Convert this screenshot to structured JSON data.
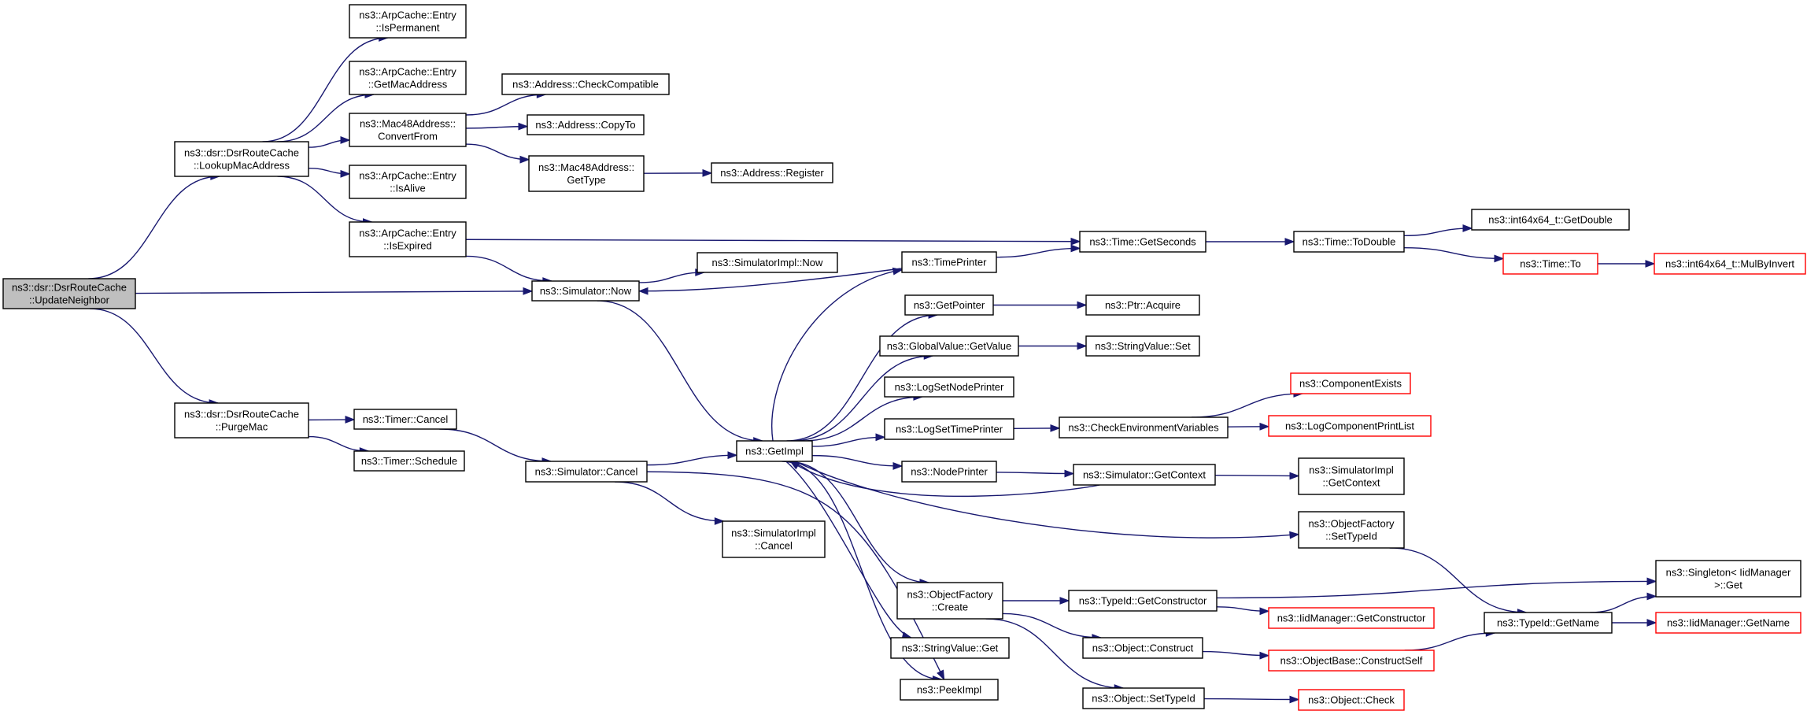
{
  "colors": {
    "node_border": "#000000",
    "truncated_border": "#ff0000",
    "edge": "#191970",
    "root_fill": "#bfbfbf",
    "node_fill": "#ffffff"
  },
  "nodes": [
    {
      "id": "root",
      "lines": [
        "ns3::dsr::DsrRouteCache",
        "::UpdateNeighbor"
      ],
      "style": "root"
    },
    {
      "id": "lookupmac",
      "lines": [
        "ns3::dsr::DsrRouteCache",
        "::LookupMacAddress"
      ]
    },
    {
      "id": "purgemac",
      "lines": [
        "ns3::dsr::DsrRouteCache",
        "::PurgeMac"
      ]
    },
    {
      "id": "isperm",
      "lines": [
        "ns3::ArpCache::Entry",
        "::IsPermanent"
      ]
    },
    {
      "id": "getmac",
      "lines": [
        "ns3::ArpCache::Entry",
        "::GetMacAddress"
      ]
    },
    {
      "id": "convfrom",
      "lines": [
        "ns3::Mac48Address::",
        "ConvertFrom"
      ]
    },
    {
      "id": "isalive",
      "lines": [
        "ns3::ArpCache::Entry",
        "::IsAlive"
      ]
    },
    {
      "id": "isexpired",
      "lines": [
        "ns3::ArpCache::Entry",
        "::IsExpired"
      ]
    },
    {
      "id": "timercancel",
      "lines": [
        "ns3::Timer::Cancel"
      ]
    },
    {
      "id": "timersched",
      "lines": [
        "ns3::Timer::Schedule"
      ]
    },
    {
      "id": "checkcompat",
      "lines": [
        "ns3::Address::CheckCompatible"
      ]
    },
    {
      "id": "copyto",
      "lines": [
        "ns3::Address::CopyTo"
      ]
    },
    {
      "id": "gettype",
      "lines": [
        "ns3::Mac48Address::",
        "GetType"
      ]
    },
    {
      "id": "register",
      "lines": [
        "ns3::Address::Register"
      ]
    },
    {
      "id": "simnow",
      "lines": [
        "ns3::Simulator::Now"
      ]
    },
    {
      "id": "simcancel",
      "lines": [
        "ns3::Simulator::Cancel"
      ]
    },
    {
      "id": "simimplnow",
      "lines": [
        "ns3::SimulatorImpl::Now"
      ]
    },
    {
      "id": "simimplcancel",
      "lines": [
        "ns3::SimulatorImpl",
        "::Cancel"
      ]
    },
    {
      "id": "getimpl",
      "lines": [
        "ns3::GetImpl"
      ]
    },
    {
      "id": "timeprinter",
      "lines": [
        "ns3::TimePrinter"
      ]
    },
    {
      "id": "getpointer",
      "lines": [
        "ns3::GetPointer"
      ]
    },
    {
      "id": "gvgetvalue",
      "lines": [
        "ns3::GlobalValue::GetValue"
      ]
    },
    {
      "id": "logsetnode",
      "lines": [
        "ns3::LogSetNodePrinter"
      ]
    },
    {
      "id": "logsettime",
      "lines": [
        "ns3::LogSetTimePrinter"
      ]
    },
    {
      "id": "nodeprinter",
      "lines": [
        "ns3::NodePrinter"
      ]
    },
    {
      "id": "ofcreate",
      "lines": [
        "ns3::ObjectFactory",
        "::Create"
      ]
    },
    {
      "id": "svget",
      "lines": [
        "ns3::StringValue::Get"
      ]
    },
    {
      "id": "peekimpl",
      "lines": [
        "ns3::PeekImpl"
      ]
    },
    {
      "id": "timegetsec",
      "lines": [
        "ns3::Time::GetSeconds"
      ]
    },
    {
      "id": "ptracq",
      "lines": [
        "ns3::Ptr::Acquire"
      ]
    },
    {
      "id": "svset",
      "lines": [
        "ns3::StringValue::Set"
      ]
    },
    {
      "id": "checkenv",
      "lines": [
        "ns3::CheckEnvironmentVariables"
      ]
    },
    {
      "id": "simgetctx",
      "lines": [
        "ns3::Simulator::GetContext"
      ]
    },
    {
      "id": "tidgetctor",
      "lines": [
        "ns3::TypeId::GetConstructor"
      ]
    },
    {
      "id": "objconstruct",
      "lines": [
        "ns3::Object::Construct"
      ]
    },
    {
      "id": "objsettid",
      "lines": [
        "ns3::Object::SetTypeId"
      ]
    },
    {
      "id": "timetodouble",
      "lines": [
        "ns3::Time::ToDouble"
      ]
    },
    {
      "id": "compexists",
      "lines": [
        "ns3::ComponentExists"
      ],
      "style": "trunc"
    },
    {
      "id": "logcomplist",
      "lines": [
        "ns3::LogComponentPrintList"
      ],
      "style": "trunc"
    },
    {
      "id": "simimplgetctx",
      "lines": [
        "ns3::SimulatorImpl",
        "::GetContext"
      ]
    },
    {
      "id": "ofsettid",
      "lines": [
        "ns3::ObjectFactory",
        "::SetTypeId"
      ]
    },
    {
      "id": "iidgetctor",
      "lines": [
        "ns3::IidManager::GetConstructor"
      ],
      "style": "trunc"
    },
    {
      "id": "obconstructself",
      "lines": [
        "ns3::ObjectBase::ConstructSelf"
      ],
      "style": "trunc"
    },
    {
      "id": "objcheck",
      "lines": [
        "ns3::Object::Check"
      ],
      "style": "trunc"
    },
    {
      "id": "i64getdouble",
      "lines": [
        "ns3::int64x64_t::GetDouble"
      ]
    },
    {
      "id": "timeto",
      "lines": [
        "ns3::Time::To"
      ],
      "style": "trunc"
    },
    {
      "id": "tidgetname",
      "lines": [
        "ns3::TypeId::GetName"
      ]
    },
    {
      "id": "i64mulbyinv",
      "lines": [
        "ns3::int64x64_t::MulByInvert"
      ],
      "style": "trunc"
    },
    {
      "id": "singletonget",
      "lines": [
        "ns3::Singleton< IidManager",
        ">::Get"
      ]
    },
    {
      "id": "iidgetname",
      "lines": [
        "ns3::IidManager::GetName"
      ],
      "style": "trunc"
    }
  ],
  "edges": [
    [
      "root",
      "lookupmac"
    ],
    [
      "root",
      "simnow"
    ],
    [
      "root",
      "purgemac"
    ],
    [
      "lookupmac",
      "isperm"
    ],
    [
      "lookupmac",
      "getmac"
    ],
    [
      "lookupmac",
      "convfrom"
    ],
    [
      "lookupmac",
      "isalive"
    ],
    [
      "lookupmac",
      "isexpired"
    ],
    [
      "convfrom",
      "checkcompat"
    ],
    [
      "convfrom",
      "copyto"
    ],
    [
      "convfrom",
      "gettype"
    ],
    [
      "gettype",
      "register"
    ],
    [
      "isexpired",
      "timegetsec"
    ],
    [
      "isexpired",
      "simnow"
    ],
    [
      "purgemac",
      "timercancel"
    ],
    [
      "purgemac",
      "timersched"
    ],
    [
      "timercancel",
      "simcancel"
    ],
    [
      "simnow",
      "simimplnow"
    ],
    [
      "simnow",
      "getimpl"
    ],
    [
      "simcancel",
      "getimpl"
    ],
    [
      "simcancel",
      "simimplcancel"
    ],
    [
      "simcancel",
      "peekimpl"
    ],
    [
      "getimpl",
      "timeprinter"
    ],
    [
      "getimpl",
      "getpointer"
    ],
    [
      "getimpl",
      "gvgetvalue"
    ],
    [
      "getimpl",
      "logsetnode"
    ],
    [
      "getimpl",
      "logsettime"
    ],
    [
      "getimpl",
      "nodeprinter"
    ],
    [
      "getimpl",
      "ofsettid"
    ],
    [
      "getimpl",
      "ofcreate"
    ],
    [
      "getimpl",
      "svget"
    ],
    [
      "getimpl",
      "peekimpl"
    ],
    [
      "timeprinter",
      "simnow"
    ],
    [
      "timeprinter",
      "timegetsec"
    ],
    [
      "getpointer",
      "ptracq"
    ],
    [
      "gvgetvalue",
      "svset"
    ],
    [
      "logsettime",
      "checkenv"
    ],
    [
      "nodeprinter",
      "simgetctx"
    ],
    [
      "simgetctx",
      "getimpl"
    ],
    [
      "checkenv",
      "compexists"
    ],
    [
      "checkenv",
      "logcomplist"
    ],
    [
      "simgetctx",
      "simimplgetctx"
    ],
    [
      "ofcreate",
      "tidgetctor"
    ],
    [
      "ofcreate",
      "objconstruct"
    ],
    [
      "ofcreate",
      "objsettid"
    ],
    [
      "tidgetctor",
      "iidgetctor"
    ],
    [
      "tidgetctor",
      "singletonget"
    ],
    [
      "objconstruct",
      "obconstructself"
    ],
    [
      "objsettid",
      "objcheck"
    ],
    [
      "obconstructself",
      "tidgetname"
    ],
    [
      "ofsettid",
      "tidgetname"
    ],
    [
      "tidgetname",
      "singletonget"
    ],
    [
      "tidgetname",
      "iidgetname"
    ],
    [
      "timegetsec",
      "timetodouble"
    ],
    [
      "timetodouble",
      "i64getdouble"
    ],
    [
      "timetodouble",
      "timeto"
    ],
    [
      "timeto",
      "i64mulbyinv"
    ]
  ]
}
